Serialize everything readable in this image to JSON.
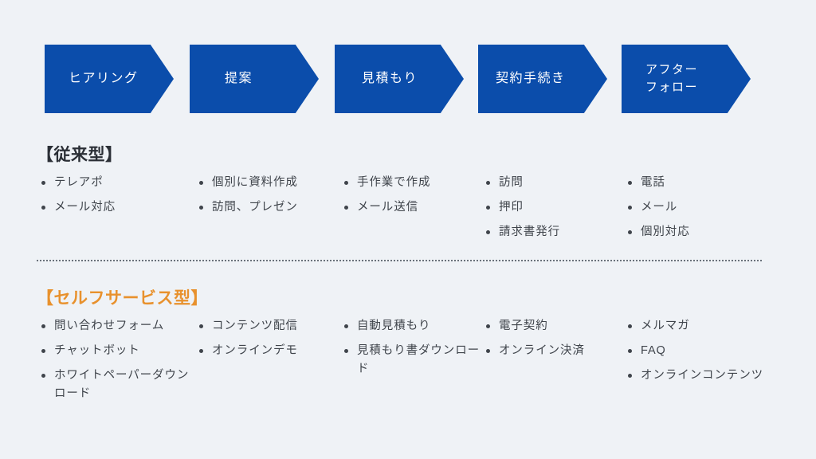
{
  "theme": {
    "background": "#eff2f6",
    "arrow_blue": "#0b4dab",
    "arrow_label": "#ffffff",
    "heading_dark": "#2b2f36",
    "heading_orange": "#e8912d",
    "body_text": "#3f444b",
    "divider": "#6b727c"
  },
  "process": {
    "steps": [
      {
        "label": "ヒアリング"
      },
      {
        "label": "提案"
      },
      {
        "label": "見積もり"
      },
      {
        "label": "契約手続き"
      },
      {
        "label": "アフター\nフォロー"
      }
    ]
  },
  "sections": [
    {
      "title": "【従来型】",
      "title_color": "#2b2f36",
      "columns": [
        {
          "items": [
            "テレアポ",
            "メール対応"
          ]
        },
        {
          "items": [
            "個別に資料作成",
            "訪問、プレゼン"
          ]
        },
        {
          "items": [
            "手作業で作成",
            "メール送信"
          ]
        },
        {
          "items": [
            "訪問",
            "押印",
            "請求書発行"
          ]
        },
        {
          "items": [
            "電話",
            "メール",
            "個別対応"
          ]
        }
      ]
    },
    {
      "title": "【セルフサービス型】",
      "title_color": "#e8912d",
      "columns": [
        {
          "items": [
            "問い合わせフォーム",
            "チャットボット",
            "ホワイトペーパーダウンロード"
          ]
        },
        {
          "items": [
            "コンテンツ配信",
            "オンラインデモ"
          ]
        },
        {
          "items": [
            "自動見積もり",
            "見積もり書ダウンロード"
          ]
        },
        {
          "items": [
            "電子契約",
            "オンライン決済"
          ]
        },
        {
          "items": [
            "メルマガ",
            "FAQ",
            "オンラインコンテンツ"
          ]
        }
      ]
    }
  ],
  "divider": {
    "style": "dotted"
  }
}
